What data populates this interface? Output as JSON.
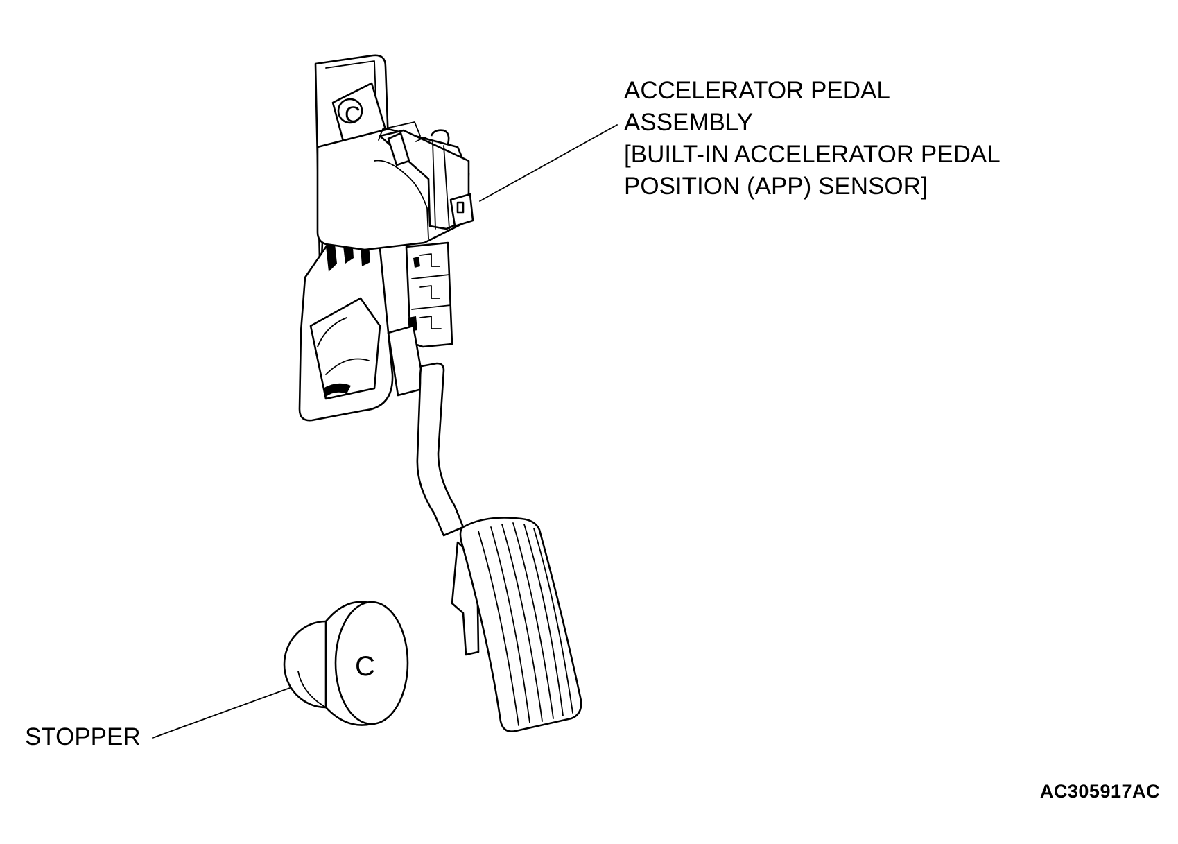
{
  "diagram": {
    "labels": {
      "accelerator_pedal_assembly": [
        "ACCELERATOR PEDAL",
        "ASSEMBLY",
        "[BUILT-IN ACCELERATOR PEDAL",
        "POSITION (APP) SENSOR]"
      ],
      "stopper": "STOPPER",
      "stopper_mark": "C",
      "housing_mark": "C"
    },
    "figure_code": "AC305917AC",
    "colors": {
      "line": "#000000",
      "background": "#ffffff"
    }
  }
}
